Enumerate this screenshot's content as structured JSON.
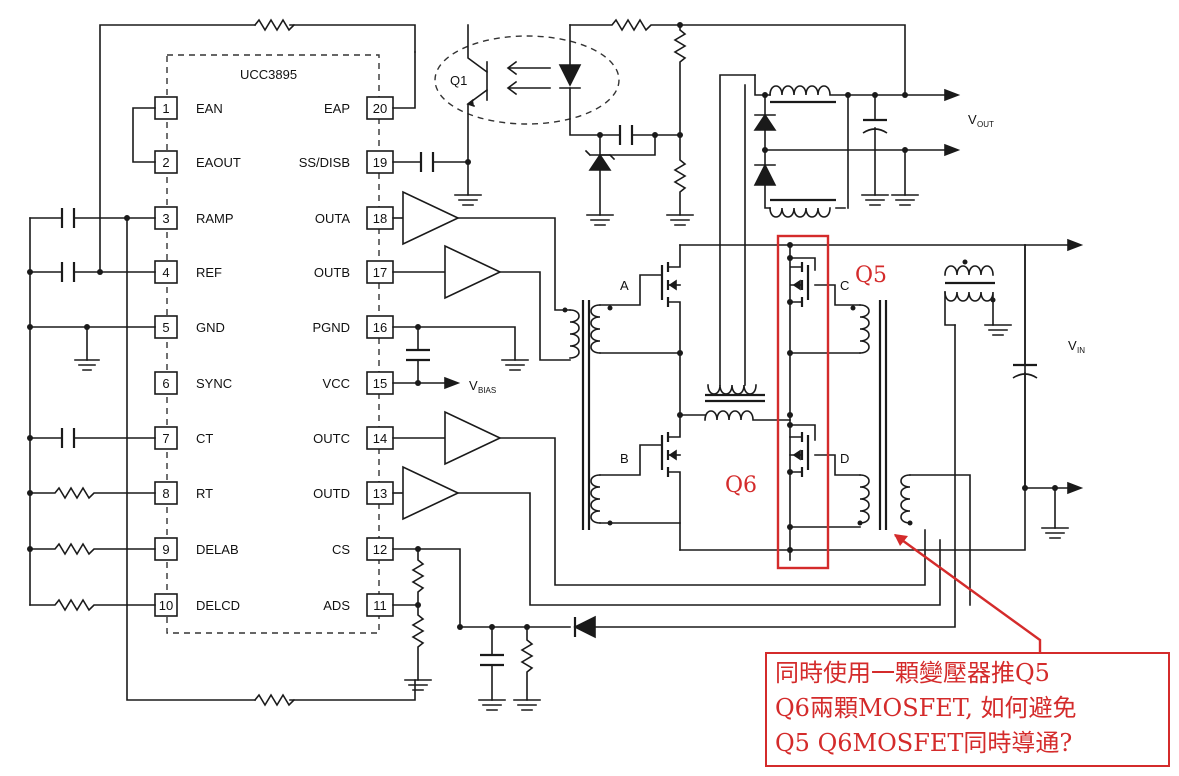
{
  "chip": {
    "name": "UCC3895",
    "left_pins": [
      {
        "num": "1",
        "name": "EAN"
      },
      {
        "num": "2",
        "name": "EAOUT"
      },
      {
        "num": "3",
        "name": "RAMP"
      },
      {
        "num": "4",
        "name": "REF"
      },
      {
        "num": "5",
        "name": "GND"
      },
      {
        "num": "6",
        "name": "SYNC"
      },
      {
        "num": "7",
        "name": "CT"
      },
      {
        "num": "8",
        "name": "RT"
      },
      {
        "num": "9",
        "name": "DELAB"
      },
      {
        "num": "10",
        "name": "DELCD"
      }
    ],
    "right_pins": [
      {
        "num": "20",
        "name": "EAP"
      },
      {
        "num": "19",
        "name": "SS/DISB"
      },
      {
        "num": "18",
        "name": "OUTA"
      },
      {
        "num": "17",
        "name": "OUTB"
      },
      {
        "num": "16",
        "name": "PGND"
      },
      {
        "num": "15",
        "name": "VCC"
      },
      {
        "num": "14",
        "name": "OUTC"
      },
      {
        "num": "13",
        "name": "OUTD"
      },
      {
        "num": "12",
        "name": "CS"
      },
      {
        "num": "11",
        "name": "ADS"
      }
    ]
  },
  "labels": {
    "q1": "Q1",
    "vout_main": "V",
    "vout_sub": "OUT",
    "vbias_main": "V",
    "vbias_sub": "BIAS",
    "vin_main": "V",
    "vin_sub": "IN",
    "fet_a": "A",
    "fet_b": "B",
    "fet_c": "C",
    "fet_d": "D"
  },
  "annotations": {
    "q5": "Q5",
    "q6": "Q6",
    "note_lines": [
      "同時使用一顆變壓器推Q5",
      "Q6兩顆MOSFET, 如何避免",
      "Q5 Q6MOSFET同時導通?"
    ]
  },
  "colors": {
    "annotation": "#d42b2b",
    "wire": "#1a1a1a"
  }
}
